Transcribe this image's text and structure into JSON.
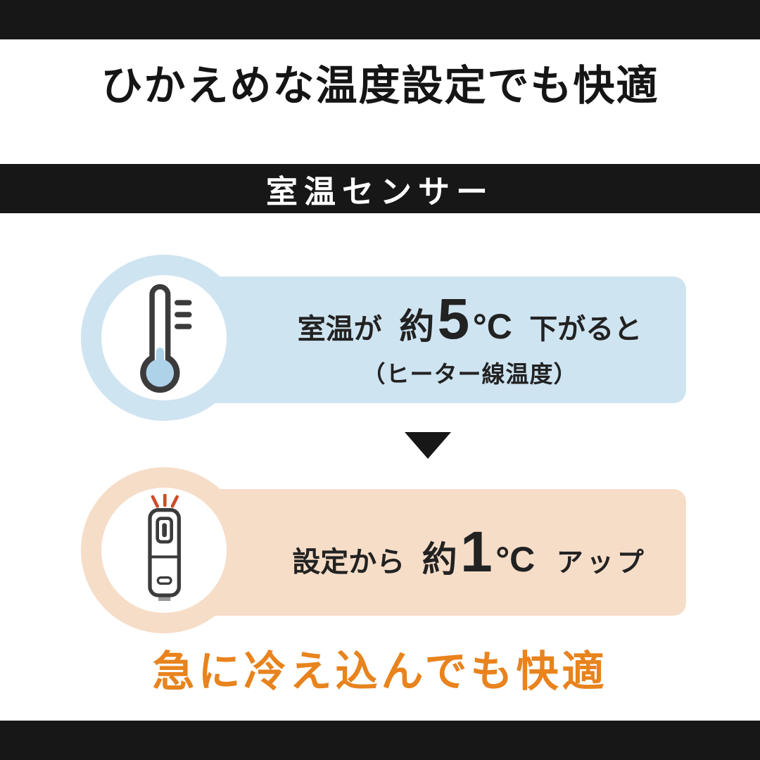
{
  "title": "ひかえめな温度設定でも快適",
  "banner": {
    "label": "室温センサー"
  },
  "steps": [
    {
      "icon": "thermometer-icon",
      "prefix": "室温が",
      "approx": "約",
      "value": "5",
      "unit": "°C",
      "suffix": "下がると",
      "note": "（ヒーター線温度）"
    },
    {
      "icon": "heater-controller-icon",
      "prefix": "設定から",
      "approx": "約",
      "value": "1",
      "unit": "°C",
      "suffix": "アップ"
    }
  ],
  "arrow_icon": "down-triangle-icon",
  "footer": {
    "label": "急に冷え込んでも快適"
  },
  "colors": {
    "bar_black": "#171717",
    "step1_bg": "#cfe4f1",
    "step2_bg": "#f6ddc8",
    "accent_orange": "#e8831d",
    "icon_line": "#3b3b3b",
    "thermometer_fill": "#aed2e8",
    "alert_marks": "#d14b28"
  }
}
